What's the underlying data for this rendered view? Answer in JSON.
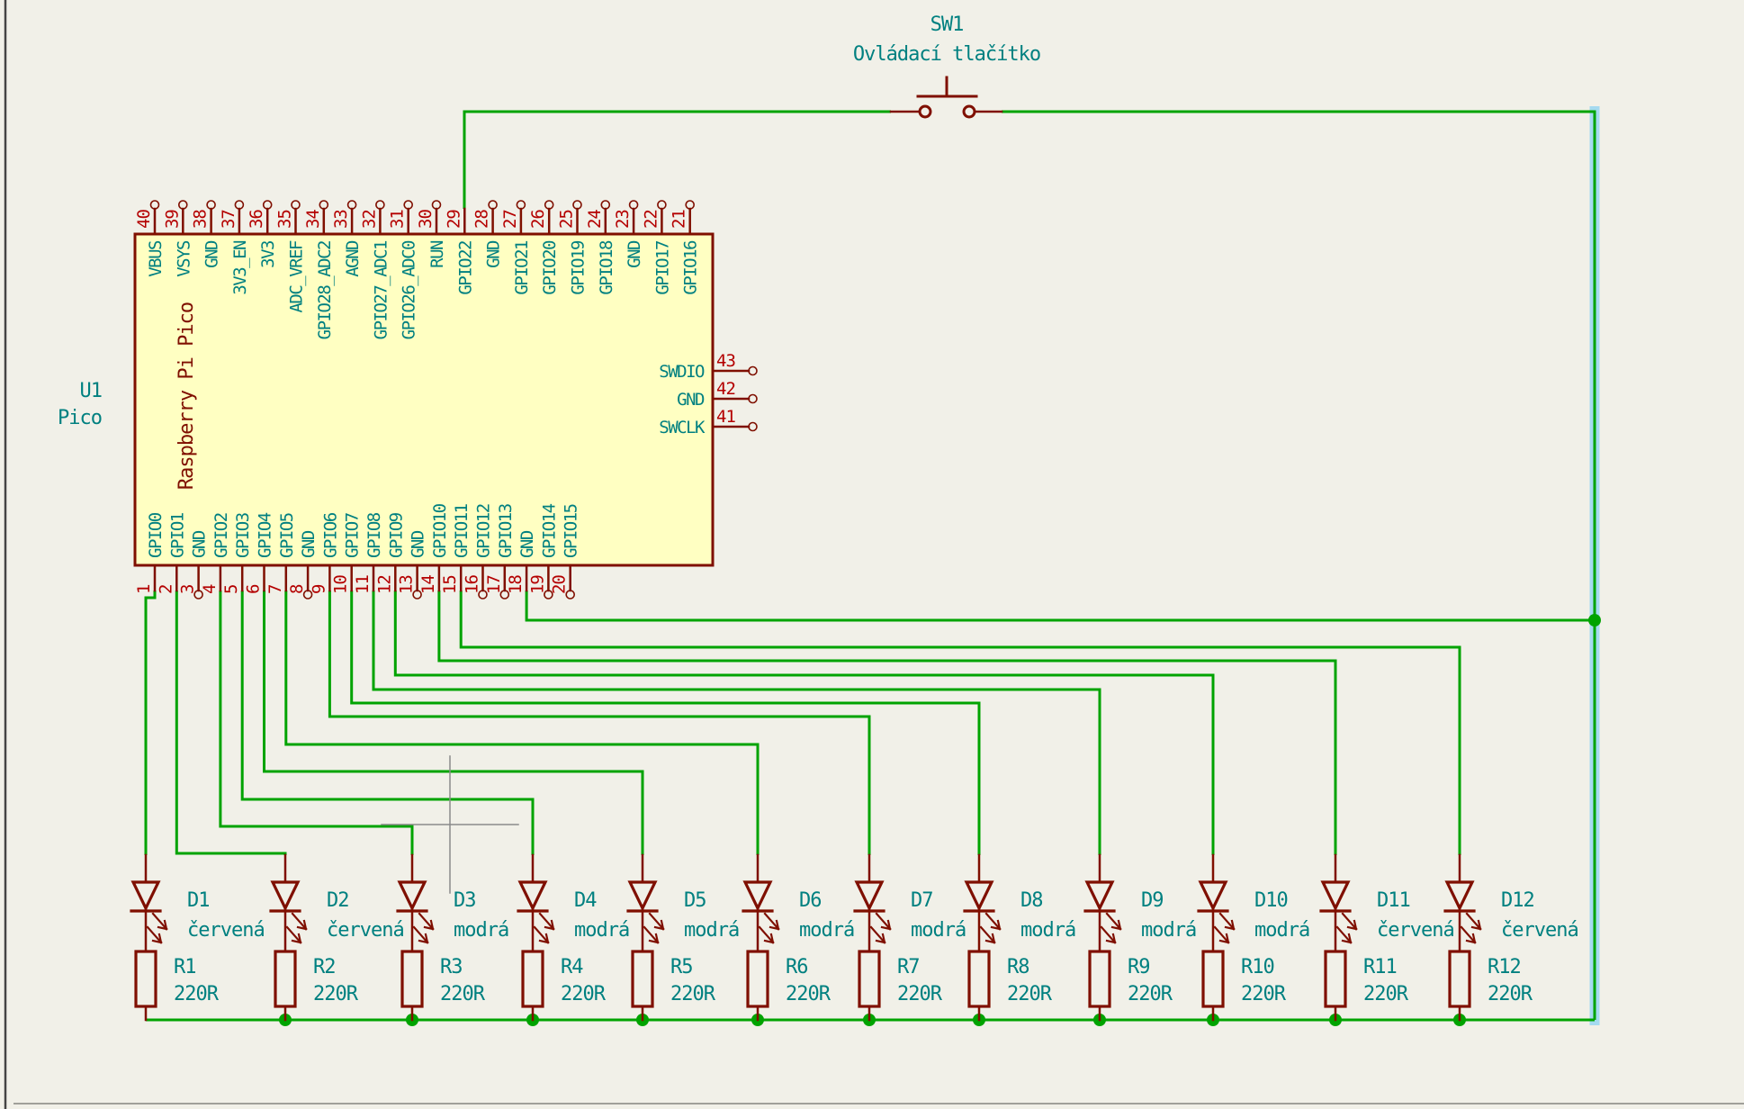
{
  "colors": {
    "background": "#F1F0E8",
    "wire_green": "#00A300",
    "symbol_maroon": "#7F0F00",
    "pin_number_red": "#B40000",
    "label_teal": "#008080",
    "chip_fill_yellow": "#FFFFC2",
    "net_highlight_blue": "#A5DAF0",
    "cursor_grey": "#8A8A8A",
    "sheet_edge_grey": "#A0A09A",
    "window_edge_dark": "#444444"
  },
  "chip": {
    "reference": "U1",
    "value": "Pico",
    "inner_label": "Raspberry Pi Pico",
    "top_pins": [
      {
        "num": "40",
        "name": "VBUS"
      },
      {
        "num": "39",
        "name": "VSYS"
      },
      {
        "num": "38",
        "name": "GND"
      },
      {
        "num": "37",
        "name": "3V3_EN"
      },
      {
        "num": "36",
        "name": "3V3"
      },
      {
        "num": "35",
        "name": "ADC_VREF"
      },
      {
        "num": "34",
        "name": "GPIO28_ADC2"
      },
      {
        "num": "33",
        "name": "AGND"
      },
      {
        "num": "32",
        "name": "GPIO27_ADC1"
      },
      {
        "num": "31",
        "name": "GPIO26_ADC0"
      },
      {
        "num": "30",
        "name": "RUN"
      },
      {
        "num": "29",
        "name": "GPIO22"
      },
      {
        "num": "28",
        "name": "GND"
      },
      {
        "num": "27",
        "name": "GPIO21"
      },
      {
        "num": "26",
        "name": "GPIO20"
      },
      {
        "num": "25",
        "name": "GPIO19"
      },
      {
        "num": "24",
        "name": "GPIO18"
      },
      {
        "num": "23",
        "name": "GND"
      },
      {
        "num": "22",
        "name": "GPIO17"
      },
      {
        "num": "21",
        "name": "GPIO16"
      }
    ],
    "bottom_pins": [
      {
        "num": "1",
        "name": "GPIO0"
      },
      {
        "num": "2",
        "name": "GPIO1"
      },
      {
        "num": "3",
        "name": "GND"
      },
      {
        "num": "4",
        "name": "GPIO2"
      },
      {
        "num": "5",
        "name": "GPIO3"
      },
      {
        "num": "6",
        "name": "GPIO4"
      },
      {
        "num": "7",
        "name": "GPIO5"
      },
      {
        "num": "8",
        "name": "GND"
      },
      {
        "num": "9",
        "name": "GPIO6"
      },
      {
        "num": "10",
        "name": "GPIO7"
      },
      {
        "num": "11",
        "name": "GPIO8"
      },
      {
        "num": "12",
        "name": "GPIO9"
      },
      {
        "num": "13",
        "name": "GND"
      },
      {
        "num": "14",
        "name": "GPIO10"
      },
      {
        "num": "15",
        "name": "GPIO11"
      },
      {
        "num": "16",
        "name": "GPIO12"
      },
      {
        "num": "17",
        "name": "GPIO13"
      },
      {
        "num": "18",
        "name": "GND"
      },
      {
        "num": "19",
        "name": "GPIO14"
      },
      {
        "num": "20",
        "name": "GPIO15"
      }
    ],
    "right_pins": [
      {
        "num": "43",
        "name": "SWDIO"
      },
      {
        "num": "42",
        "name": "GND"
      },
      {
        "num": "41",
        "name": "SWCLK"
      }
    ]
  },
  "switch": {
    "reference": "SW1",
    "value": "Ovládací tlačítko"
  },
  "led_columns": [
    {
      "led": "D1",
      "color_name": "červená",
      "resistor": "R1",
      "value": "220R"
    },
    {
      "led": "D2",
      "color_name": "červená",
      "resistor": "R2",
      "value": "220R"
    },
    {
      "led": "D3",
      "color_name": "modrá",
      "resistor": "R3",
      "value": "220R"
    },
    {
      "led": "D4",
      "color_name": "modrá",
      "resistor": "R4",
      "value": "220R"
    },
    {
      "led": "D5",
      "color_name": "modrá",
      "resistor": "R5",
      "value": "220R"
    },
    {
      "led": "D6",
      "color_name": "modrá",
      "resistor": "R6",
      "value": "220R"
    },
    {
      "led": "D7",
      "color_name": "modrá",
      "resistor": "R7",
      "value": "220R"
    },
    {
      "led": "D8",
      "color_name": "modrá",
      "resistor": "R8",
      "value": "220R"
    },
    {
      "led": "D9",
      "color_name": "modrá",
      "resistor": "R9",
      "value": "220R"
    },
    {
      "led": "D10",
      "color_name": "modrá",
      "resistor": "R10",
      "value": "220R"
    },
    {
      "led": "D11",
      "color_name": "červená",
      "resistor": "R11",
      "value": "220R"
    },
    {
      "led": "D12",
      "color_name": "červená",
      "resistor": "R12",
      "value": "220R"
    }
  ]
}
